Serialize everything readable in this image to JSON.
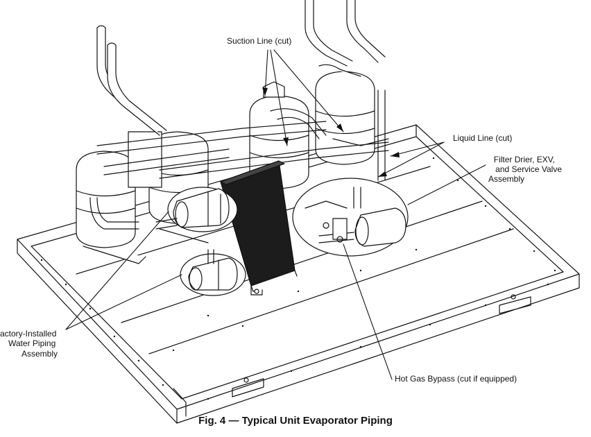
{
  "labels": {
    "suction_line": "Suction Line (cut)",
    "liquid_line": "Liquid Line (cut)",
    "filter_drier_line1": "Filter Drier, EXV,",
    "filter_drier_line2": "and Service Valve",
    "filter_drier_line3": "Assembly",
    "water_piping_line1": "actory-Installed",
    "water_piping_line2": "Water Piping",
    "water_piping_line3": "Assembly",
    "hot_gas_bypass": "Hot Gas Bypass (cut if equipped)"
  },
  "caption": "Fig. 4 — Typical Unit Evaporator Piping",
  "colors": {
    "line": "#111111",
    "heat_exchanger": "#1c1c1c",
    "background": "#ffffff"
  }
}
